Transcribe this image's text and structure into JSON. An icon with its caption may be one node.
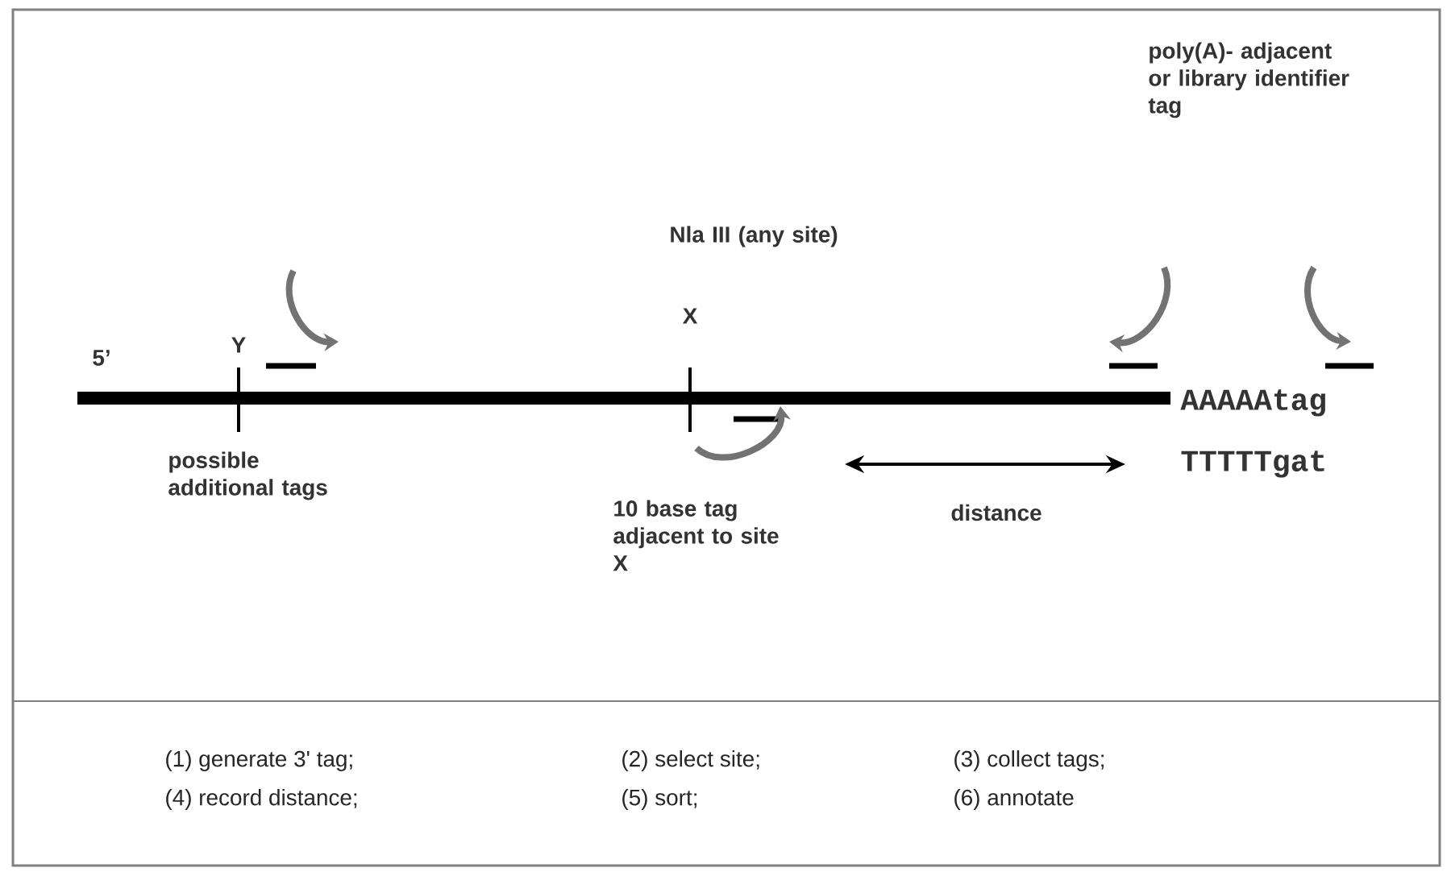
{
  "diagram": {
    "labels": [
      "poly(A)- adjacent or library identifier tag",
      "Nla III (any site)",
      "Y",
      "X",
      "5’",
      "AAAAAtag",
      "TTTTTgat",
      "possible additional tags",
      "distance",
      "10 base tag adjacent to site X",
      "(1) generate 3' tag;",
      "(2) select site;",
      "(3) collect tags;",
      "(4) record distance;",
      "(5) sort;",
      "(6) annotate"
    ]
  }
}
